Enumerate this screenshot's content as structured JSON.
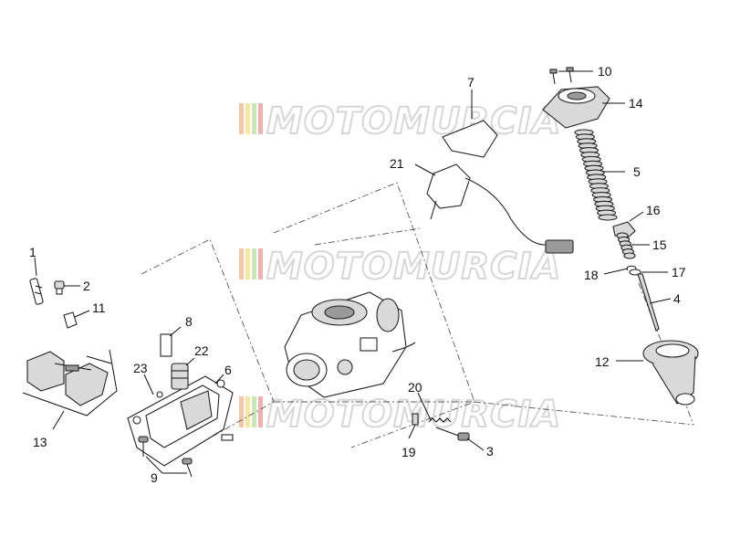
{
  "watermark": {
    "text": "MOTOMURCIA",
    "stripe_colors": [
      "#f3c7a6",
      "#f6e6a0",
      "#c9e6b4",
      "#f0b0b0"
    ]
  },
  "callouts": [
    {
      "id": "c1",
      "label": "1"
    },
    {
      "id": "c2",
      "label": "2"
    },
    {
      "id": "c3",
      "label": "3"
    },
    {
      "id": "c4",
      "label": "4"
    },
    {
      "id": "c5",
      "label": "5"
    },
    {
      "id": "c6",
      "label": "6"
    },
    {
      "id": "c7",
      "label": "7"
    },
    {
      "id": "c8",
      "label": "8"
    },
    {
      "id": "c9",
      "label": "9"
    },
    {
      "id": "c10",
      "label": "10"
    },
    {
      "id": "c11",
      "label": "11"
    },
    {
      "id": "c12",
      "label": "12"
    },
    {
      "id": "c13",
      "label": "13"
    },
    {
      "id": "c14",
      "label": "14"
    },
    {
      "id": "c15",
      "label": "15"
    },
    {
      "id": "c16",
      "label": "16"
    },
    {
      "id": "c17",
      "label": "17"
    },
    {
      "id": "c18",
      "label": "18"
    },
    {
      "id": "c19",
      "label": "19"
    },
    {
      "id": "c20",
      "label": "20"
    },
    {
      "id": "c21",
      "label": "21"
    },
    {
      "id": "c22",
      "label": "22"
    },
    {
      "id": "c23",
      "label": "23"
    }
  ]
}
